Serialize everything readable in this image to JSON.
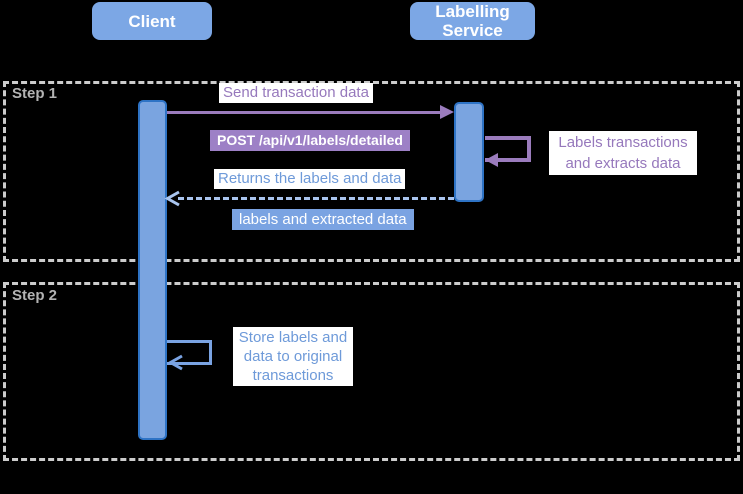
{
  "diagram_title": "Client / Labelling Service sequence",
  "colors": {
    "background": "#000000",
    "actor_fill": "#7ca7e5",
    "activation_bar_fill": "#7aa4e0",
    "activation_bar_border": "#2e73c5",
    "purple_accent": "#9b7cbd",
    "purple_badge_bg": "#9d80c6",
    "blue_text": "#6e9ad9",
    "blue_dashed_line": "#a9c4ee",
    "blue_badge_bg": "#7aa3e2",
    "frame_border": "#cccccc",
    "step_label": "#b3b3b3"
  },
  "actors": {
    "client": "Client",
    "service": "Labelling\nService"
  },
  "frames": {
    "step1": "Step 1",
    "step2": "Step 2"
  },
  "messages": {
    "send": {
      "label": "Send transaction data",
      "badge": "POST /api/v1/labels/detailed"
    },
    "service_self": {
      "label": "Labels transactions and extracts data"
    },
    "return": {
      "label": "Returns the labels and data",
      "badge": "labels and extracted data"
    },
    "client_self": {
      "label": "Store labels and data to original transactions"
    }
  }
}
